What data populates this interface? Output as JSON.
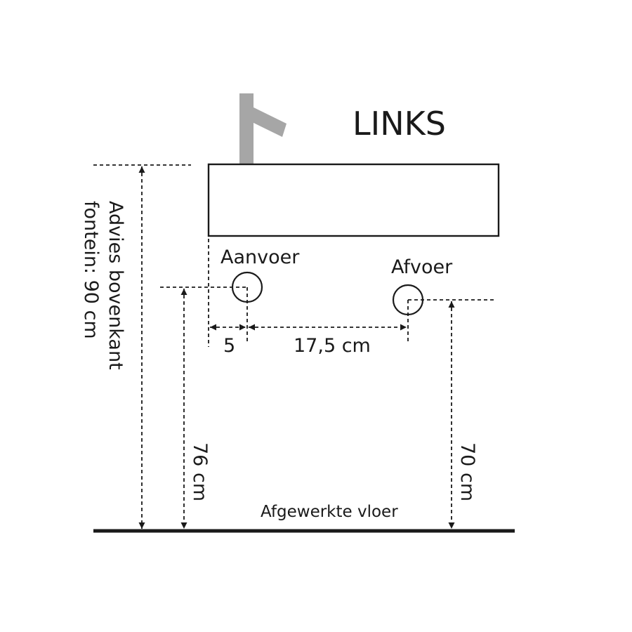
{
  "title": "LINKS",
  "labels": {
    "supply": "Aanvoer",
    "drain": "Afvoer",
    "offset_left": "5",
    "spacing": "17,5 cm",
    "supply_height": "76 cm",
    "drain_height": "70 cm",
    "floor": "Afgewerkte vloer",
    "advice_line1": "Advies bovenkant",
    "advice_line2": "fontein: 90 cm"
  },
  "colors": {
    "line": "#1a1a1a",
    "faucet": "#a6a6a6"
  }
}
